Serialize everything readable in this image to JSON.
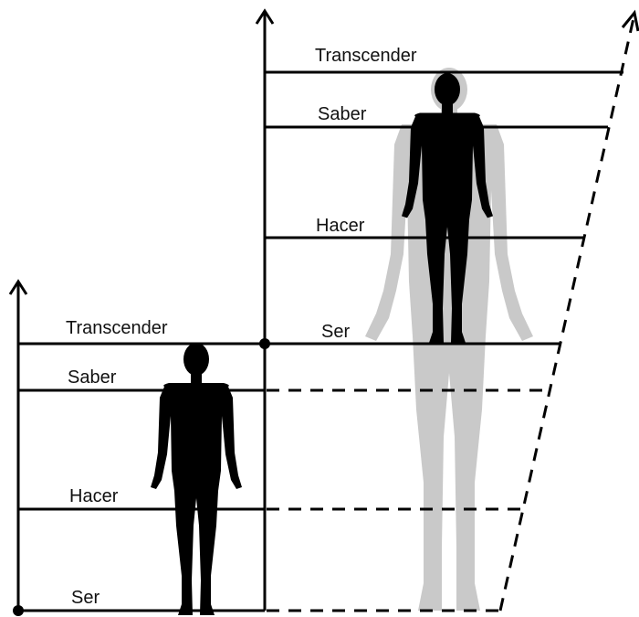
{
  "small_figure": {
    "levels": [
      {
        "label": "Transcender"
      },
      {
        "label": "Saber"
      },
      {
        "label": "Hacer"
      },
      {
        "label": "Ser"
      }
    ]
  },
  "large_figure": {
    "levels": [
      {
        "label": "Transcender"
      },
      {
        "label": "Saber"
      },
      {
        "label": "Hacer"
      },
      {
        "label": "Ser"
      }
    ]
  },
  "colors": {
    "line": "#000000",
    "figure": "#000000",
    "shadow_figure": "#c9c9c9"
  },
  "icons": {
    "axis_arrow": "arrow-up-icon",
    "human_silhouette": "human-silhouette-icon",
    "origin_dot": "dot-icon"
  }
}
